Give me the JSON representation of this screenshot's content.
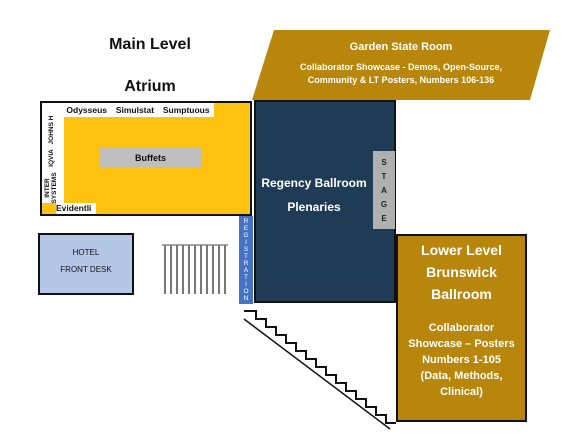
{
  "labels": {
    "main_level": "Main Level",
    "atrium": "Atrium"
  },
  "garden_state": {
    "title": "Garden State Room",
    "line1": "Collaborator Showcase - Demos, Open-Source,",
    "line2": "Community & LT Posters, Numbers 106-136"
  },
  "atrium_area": {
    "top_vendors": [
      "Odysseus",
      "Simulstat",
      "Sumptuous"
    ],
    "side_vendor_1": "JOHNS H",
    "side_vendor_2": "IQVIA",
    "side_vendor_3": "INTER SYSTEMS",
    "bottom_vendor": "Evidentli",
    "buffets": "Buffets"
  },
  "regency": {
    "line1": "Regency Ballroom",
    "line2": "Plenaries"
  },
  "stage_letters": [
    "S",
    "T",
    "A",
    "G",
    "E"
  ],
  "registration_letters": [
    "R",
    "E",
    "G",
    "I",
    "S",
    "T",
    "R",
    "A",
    "T",
    "I",
    "O",
    "N"
  ],
  "hotel": {
    "line1": "HOTEL",
    "line2": "FRONT DESK"
  },
  "lower_level": {
    "line1": "Lower Level",
    "line2": "Brunswick",
    "line3": "Ballroom",
    "body1": "Collaborator",
    "body2": "Showcase  – Posters",
    "body3": "Numbers 1-105",
    "body4": "(Data, Methods,",
    "body5": "Clinical)"
  },
  "colors": {
    "gold": "#b8860b",
    "atrium_yellow": "#ffc20e",
    "regency_navy": "#1f3b55",
    "registration_blue": "#4472c4",
    "hotel_blue": "#b4c7e7",
    "stage_gray": "#b0b0b0"
  }
}
